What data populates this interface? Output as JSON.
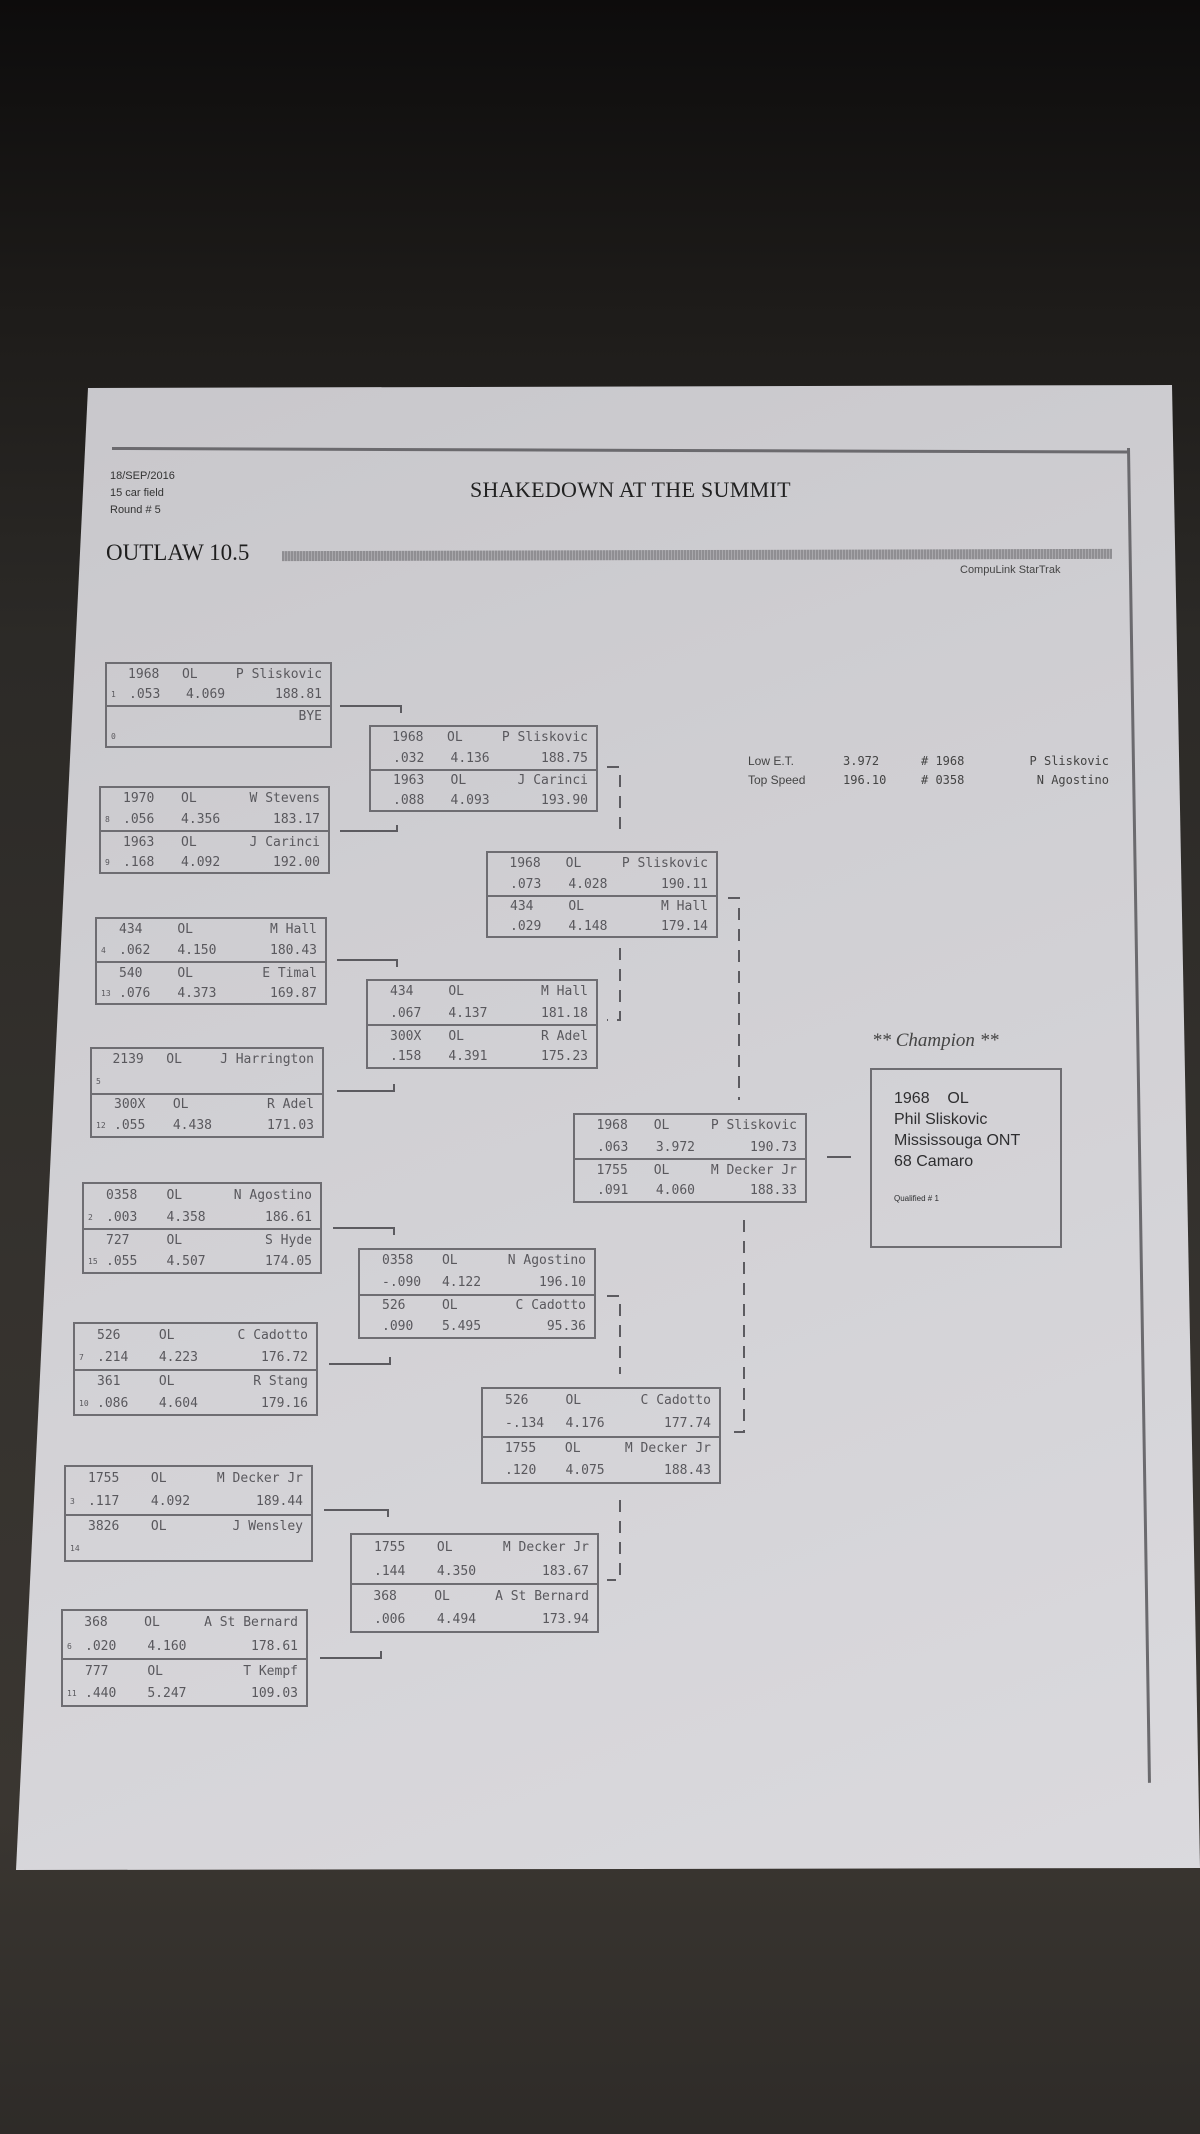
{
  "header": {
    "date": "18/SEP/2016",
    "field": "15 car field",
    "round": "Round # 5",
    "title": "SHAKEDOWN AT THE SUMMIT",
    "division": "OUTLAW 10.5",
    "software": "CompuLink StarTrak"
  },
  "stats": {
    "low_et": {
      "label": "Low  E.T.",
      "value": "3.972",
      "car": "# 1968",
      "driver": "P Sliskovic"
    },
    "top_speed": {
      "label": "Top Speed",
      "value": "196.10",
      "car": "# 0358",
      "driver": "N Agostino"
    }
  },
  "rounds": [
    {
      "matches": [
        {
          "lanes": [
            {
              "car": "1968",
              "class": "OL",
              "driver": "P Sliskovic",
              "seed": "1",
              "rt": ".053",
              "et": "4.069",
              "mph": "188.81"
            },
            {
              "car": "",
              "class": "",
              "driver": "BYE",
              "seed": "0",
              "rt": "",
              "et": "",
              "mph": ""
            }
          ]
        },
        {
          "lanes": [
            {
              "car": "1970",
              "class": "OL",
              "driver": "W Stevens",
              "seed": "8",
              "rt": ".056",
              "et": "4.356",
              "mph": "183.17"
            },
            {
              "car": "1963",
              "class": "OL",
              "driver": "J Carinci",
              "seed": "9",
              "rt": ".168",
              "et": "4.092",
              "mph": "192.00"
            }
          ]
        },
        {
          "lanes": [
            {
              "car": "434",
              "class": "OL",
              "driver": "M Hall",
              "seed": "4",
              "rt": ".062",
              "et": "4.150",
              "mph": "180.43"
            },
            {
              "car": "540",
              "class": "OL",
              "driver": "E Timal",
              "seed": "13",
              "rt": ".076",
              "et": "4.373",
              "mph": "169.87"
            }
          ]
        },
        {
          "lanes": [
            {
              "car": "2139",
              "class": "OL",
              "driver": "J Harrington",
              "seed": "5",
              "rt": "",
              "et": "",
              "mph": ""
            },
            {
              "car": "300X",
              "class": "OL",
              "driver": "R Adel",
              "seed": "12",
              "rt": ".055",
              "et": "4.438",
              "mph": "171.03"
            }
          ]
        },
        {
          "lanes": [
            {
              "car": "0358",
              "class": "OL",
              "driver": "N Agostino",
              "seed": "2",
              "rt": ".003",
              "et": "4.358",
              "mph": "186.61"
            },
            {
              "car": "727",
              "class": "OL",
              "driver": "S Hyde",
              "seed": "15",
              "rt": ".055",
              "et": "4.507",
              "mph": "174.05"
            }
          ]
        },
        {
          "lanes": [
            {
              "car": "526",
              "class": "OL",
              "driver": "C Cadotto",
              "seed": "7",
              "rt": ".214",
              "et": "4.223",
              "mph": "176.72"
            },
            {
              "car": "361",
              "class": "OL",
              "driver": "R Stang",
              "seed": "10",
              "rt": ".086",
              "et": "4.604",
              "mph": "179.16"
            }
          ]
        },
        {
          "lanes": [
            {
              "car": "1755",
              "class": "OL",
              "driver": "M Decker Jr",
              "seed": "3",
              "rt": ".117",
              "et": "4.092",
              "mph": "189.44"
            },
            {
              "car": "3826",
              "class": "OL",
              "driver": "J Wensley",
              "seed": "14",
              "rt": "",
              "et": "",
              "mph": ""
            }
          ]
        },
        {
          "lanes": [
            {
              "car": "368",
              "class": "OL",
              "driver": "A St Bernard",
              "seed": "6",
              "rt": ".020",
              "et": "4.160",
              "mph": "178.61"
            },
            {
              "car": "777",
              "class": "OL",
              "driver": "T Kempf",
              "seed": "11",
              "rt": ".440",
              "et": "5.247",
              "mph": "109.03"
            }
          ]
        }
      ]
    },
    {
      "matches": [
        {
          "lanes": [
            {
              "car": "1968",
              "class": "OL",
              "driver": "P Sliskovic",
              "seed": "",
              "rt": ".032",
              "et": "4.136",
              "mph": "188.75"
            },
            {
              "car": "1963",
              "class": "OL",
              "driver": "J Carinci",
              "seed": "",
              "rt": ".088",
              "et": "4.093",
              "mph": "193.90"
            }
          ]
        },
        {
          "lanes": [
            {
              "car": "434",
              "class": "OL",
              "driver": "M Hall",
              "seed": "",
              "rt": ".067",
              "et": "4.137",
              "mph": "181.18"
            },
            {
              "car": "300X",
              "class": "OL",
              "driver": "R Adel",
              "seed": "",
              "rt": ".158",
              "et": "4.391",
              "mph": "175.23"
            }
          ]
        },
        {
          "lanes": [
            {
              "car": "0358",
              "class": "OL",
              "driver": "N Agostino",
              "seed": "",
              "rt": "-.090",
              "et": "4.122",
              "mph": "196.10"
            },
            {
              "car": "526",
              "class": "OL",
              "driver": "C Cadotto",
              "seed": "",
              "rt": ".090",
              "et": "5.495",
              "mph": "95.36"
            }
          ]
        },
        {
          "lanes": [
            {
              "car": "1755",
              "class": "OL",
              "driver": "M Decker Jr",
              "seed": "",
              "rt": ".144",
              "et": "4.350",
              "mph": "183.67"
            },
            {
              "car": "368",
              "class": "OL",
              "driver": "A St Bernard",
              "seed": "",
              "rt": ".006",
              "et": "4.494",
              "mph": "173.94"
            }
          ]
        }
      ]
    },
    {
      "matches": [
        {
          "lanes": [
            {
              "car": "1968",
              "class": "OL",
              "driver": "P Sliskovic",
              "seed": "",
              "rt": ".073",
              "et": "4.028",
              "mph": "190.11"
            },
            {
              "car": "434",
              "class": "OL",
              "driver": "M Hall",
              "seed": "",
              "rt": ".029",
              "et": "4.148",
              "mph": "179.14"
            }
          ]
        },
        {
          "lanes": [
            {
              "car": "526",
              "class": "OL",
              "driver": "C Cadotto",
              "seed": "",
              "rt": "-.134",
              "et": "4.176",
              "mph": "177.74"
            },
            {
              "car": "1755",
              "class": "OL",
              "driver": "M Decker Jr",
              "seed": "",
              "rt": ".120",
              "et": "4.075",
              "mph": "188.43"
            }
          ]
        }
      ]
    },
    {
      "matches": [
        {
          "lanes": [
            {
              "car": "1968",
              "class": "OL",
              "driver": "P Sliskovic",
              "seed": "",
              "rt": ".063",
              "et": "3.972",
              "mph": "190.73"
            },
            {
              "car": "1755",
              "class": "OL",
              "driver": "M Decker Jr",
              "seed": "",
              "rt": ".091",
              "et": "4.060",
              "mph": "188.33"
            }
          ]
        }
      ]
    }
  ],
  "champion": {
    "heading": "** Champion **",
    "car_class": "1968    OL",
    "name": "Phil Sliskovic",
    "hometown": "Mississouga ONT",
    "vehicle": "68 Camaro",
    "qualified": "Qualified # 1"
  }
}
